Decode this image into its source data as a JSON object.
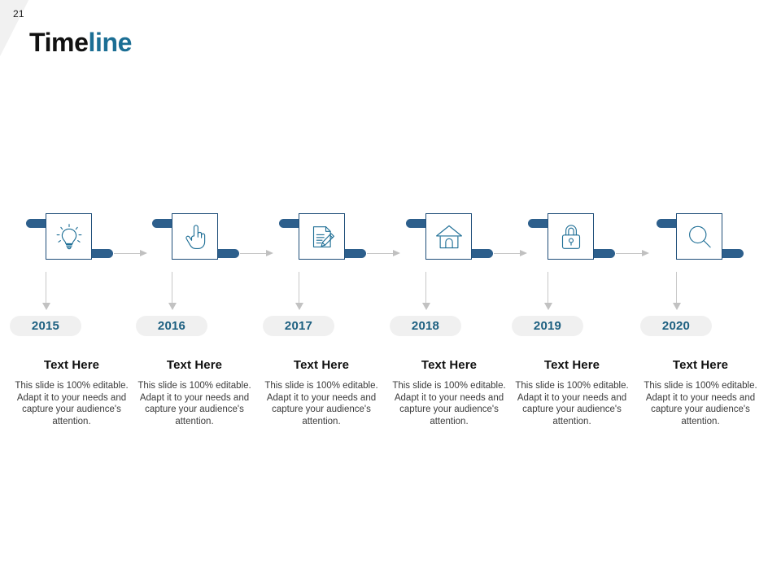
{
  "slide": {
    "page_number": "21",
    "title_part_dark": "Time",
    "title_part_accent": "line",
    "accent_color": "#1b6e94",
    "pill_color": "#2d5f8c",
    "box_border_color": "#1f4e79",
    "arrow_color": "#c6c6c6",
    "badge_bg_color": "#f0f0f0",
    "badge_text_color": "#1c5f80"
  },
  "milestones": [
    {
      "icon": "lightbulb-icon",
      "year": "2015",
      "heading": "Text Here",
      "body": "This slide is 100% editable. Adapt it to your needs and capture your audience's attention."
    },
    {
      "icon": "pointing-hand-icon",
      "year": "2016",
      "heading": "Text Here",
      "body": "This slide is 100% editable. Adapt it to your needs and capture your audience's attention."
    },
    {
      "icon": "document-edit-icon",
      "year": "2017",
      "heading": "Text Here",
      "body": "This slide is 100% editable. Adapt it to your needs and capture your audience's attention."
    },
    {
      "icon": "house-icon",
      "year": "2018",
      "heading": "Text Here",
      "body": "This slide is 100% editable. Adapt it to your needs and capture your audience's attention."
    },
    {
      "icon": "padlock-icon",
      "year": "2019",
      "heading": "Text Here",
      "body": "This slide is 100% editable. Adapt it to your needs and capture your audience's attention."
    },
    {
      "icon": "magnifier-icon",
      "year": "2020",
      "heading": "Text Here",
      "body": "This slide is 100% editable. Adapt it to your needs and capture your audience's attention."
    }
  ]
}
